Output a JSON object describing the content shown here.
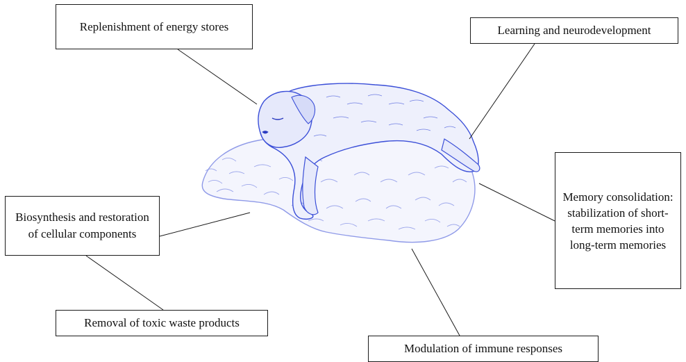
{
  "diagram": {
    "labels": {
      "energy": "Replenishment of energy stores",
      "learning": "Learning and neurodevelopment",
      "memory": "Memory consolidation: stabilization of short-term memories into long-term memories",
      "biosynthesis": "Biosynthesis and restoration of cellular components",
      "removal": "Removal of toxic waste products",
      "immune": "Modulation of immune responses"
    },
    "illustration": {
      "subject": "sleeping-puppy-on-rug",
      "line_color": "#3b4fd8",
      "fur_color": "#8f9ae8"
    },
    "connector_color": "#1a1a1a"
  }
}
